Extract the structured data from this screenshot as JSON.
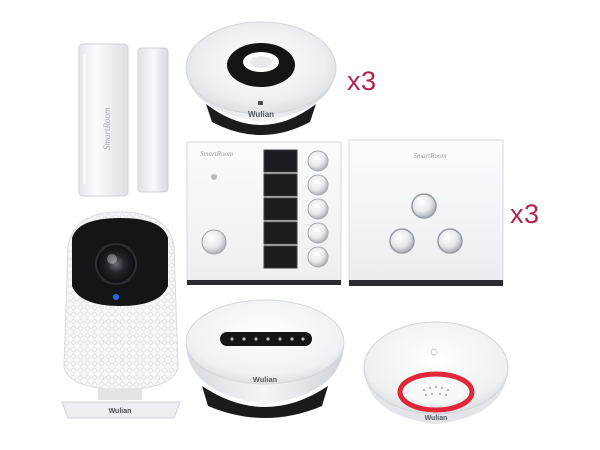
{
  "labels": {
    "multiplier_hub": "x3",
    "multiplier_switch": "x3"
  },
  "branding": {
    "maker": "Wulian",
    "product_line": "SmartRoom"
  },
  "colors": {
    "background": "#ffffff",
    "multiplier_text": "#b3244d",
    "alarm_ring": "#e0283a",
    "camera_led": "#1e6ef0"
  }
}
